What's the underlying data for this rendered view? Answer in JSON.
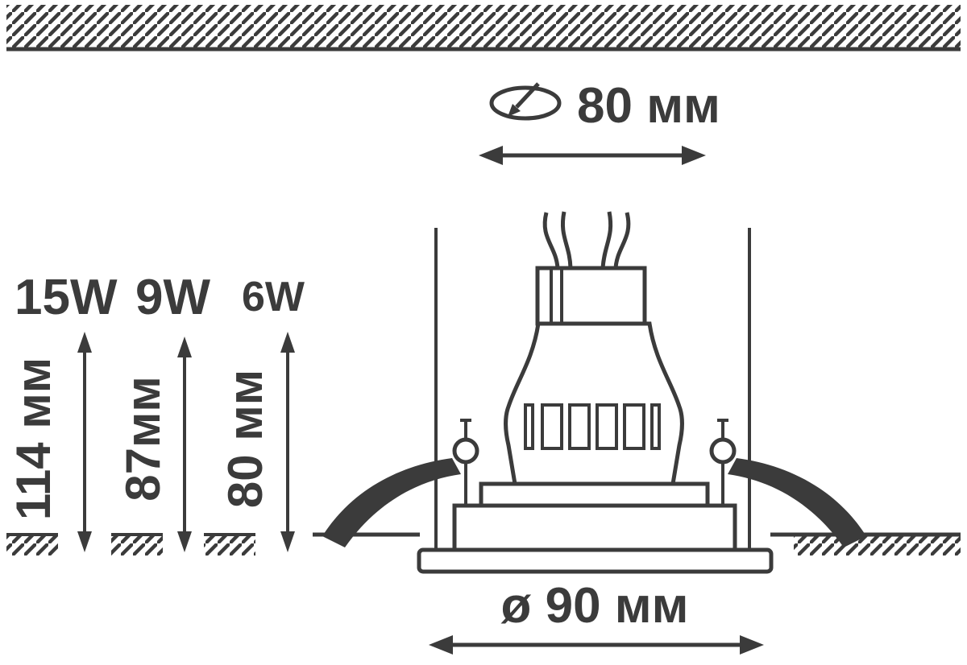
{
  "diagram": {
    "cutout": {
      "icon": "cutout-hole-icon",
      "diameter_label": "80 мм"
    },
    "flange": {
      "diameter_label": "ø 90 мм"
    },
    "height_variants": [
      {
        "power": "15W",
        "height": "114 мм"
      },
      {
        "power": "9W",
        "height": "87мм"
      },
      {
        "power": "6W",
        "height": "80 мм"
      }
    ],
    "colors": {
      "line": "#3b3b3b",
      "background": "#ffffff"
    }
  }
}
